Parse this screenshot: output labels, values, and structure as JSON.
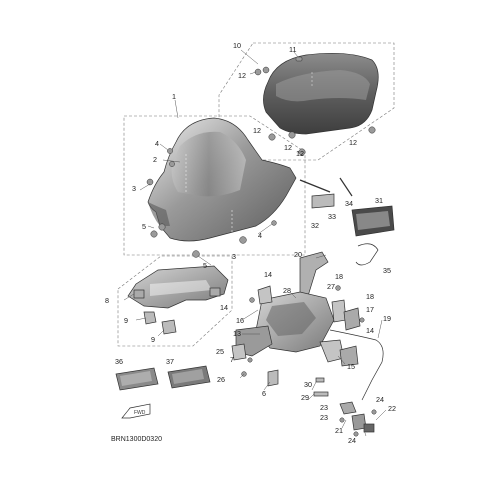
{
  "diagram": {
    "drawing_code": "BRN1300D0320",
    "front_marker": "FWD",
    "callouts": [
      {
        "id": "c1",
        "label": "1"
      },
      {
        "id": "c2",
        "label": "2"
      },
      {
        "id": "c3a",
        "label": "3"
      },
      {
        "id": "c3b",
        "label": "3"
      },
      {
        "id": "c4a",
        "label": "4"
      },
      {
        "id": "c4b",
        "label": "4"
      },
      {
        "id": "c5a",
        "label": "5"
      },
      {
        "id": "c5b",
        "label": "5"
      },
      {
        "id": "c6",
        "label": "6"
      },
      {
        "id": "c7",
        "label": "7"
      },
      {
        "id": "c8",
        "label": "8"
      },
      {
        "id": "c9a",
        "label": "9"
      },
      {
        "id": "c9b",
        "label": "9"
      },
      {
        "id": "c10",
        "label": "10"
      },
      {
        "id": "c11",
        "label": "11"
      },
      {
        "id": "c12a",
        "label": "12"
      },
      {
        "id": "c12b",
        "label": "12"
      },
      {
        "id": "c12c",
        "label": "12"
      },
      {
        "id": "c12d",
        "label": "12"
      },
      {
        "id": "c12e",
        "label": "12"
      },
      {
        "id": "c13",
        "label": "13"
      },
      {
        "id": "c14a",
        "label": "14"
      },
      {
        "id": "c14b",
        "label": "14"
      },
      {
        "id": "c14c",
        "label": "14"
      },
      {
        "id": "c15",
        "label": "15"
      },
      {
        "id": "c16",
        "label": "16"
      },
      {
        "id": "c17",
        "label": "17"
      },
      {
        "id": "c18a",
        "label": "18"
      },
      {
        "id": "c18b",
        "label": "18"
      },
      {
        "id": "c19",
        "label": "19"
      },
      {
        "id": "c20",
        "label": "20"
      },
      {
        "id": "c21",
        "label": "21"
      },
      {
        "id": "c22",
        "label": "22"
      },
      {
        "id": "c23a",
        "label": "23"
      },
      {
        "id": "c23b",
        "label": "23"
      },
      {
        "id": "c24a",
        "label": "24"
      },
      {
        "id": "c24b",
        "label": "24"
      },
      {
        "id": "c25",
        "label": "25"
      },
      {
        "id": "c26",
        "label": "26"
      },
      {
        "id": "c27",
        "label": "27"
      },
      {
        "id": "c28",
        "label": "28"
      },
      {
        "id": "c29",
        "label": "29"
      },
      {
        "id": "c30",
        "label": "30"
      },
      {
        "id": "c31",
        "label": "31"
      },
      {
        "id": "c32",
        "label": "32"
      },
      {
        "id": "c33",
        "label": "33"
      },
      {
        "id": "c34",
        "label": "34"
      },
      {
        "id": "c35",
        "label": "35"
      },
      {
        "id": "c36",
        "label": "36"
      },
      {
        "id": "c37",
        "label": "37"
      }
    ]
  }
}
